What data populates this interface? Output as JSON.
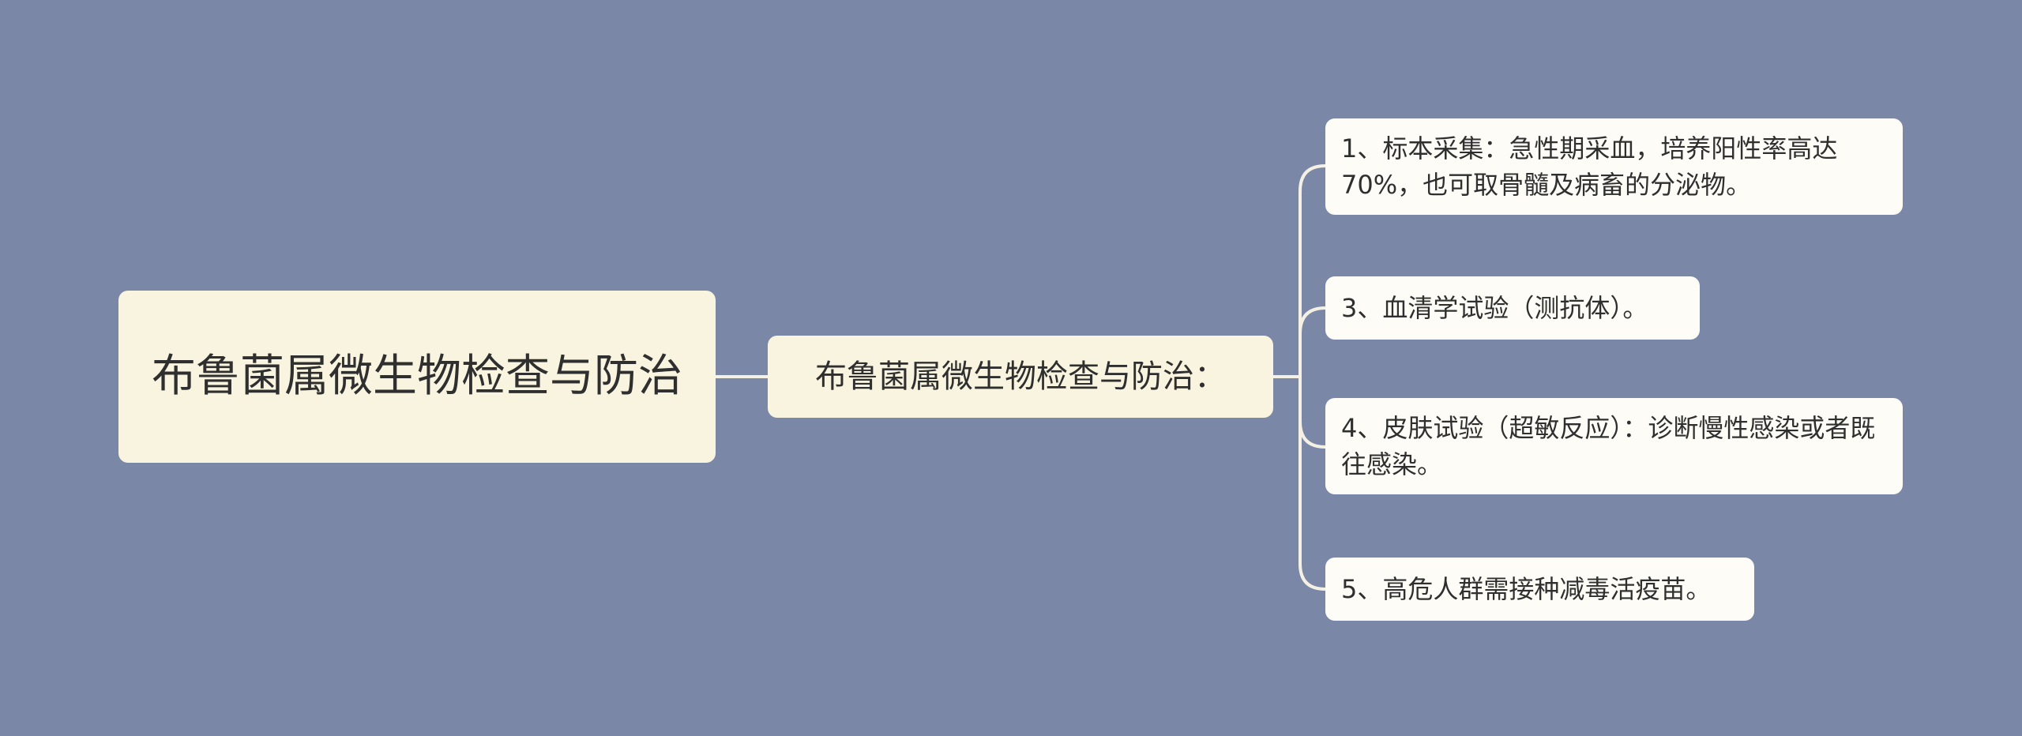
{
  "root": {
    "title": "布鲁菌属微生物检查与防治"
  },
  "branch": {
    "title": "布鲁菌属微生物检查与防治："
  },
  "items": [
    {
      "text": "1、标本采集：急性期采血，培养阳性率高达70%，也可取骨髓及病畜的分泌物。"
    },
    {
      "text": "3、血清学试验（测抗体）。"
    },
    {
      "text": "4、皮肤试验（超敏反应）：诊断慢性感染或者既往感染。"
    },
    {
      "text": "5、高危人群需接种减毒活疫苗。"
    }
  ],
  "colors": {
    "background": "#7a87a6",
    "node_fill": "#f8f4df",
    "leaf_fill": "#fdfcf6",
    "connector": "#f4f1e4",
    "text": "#2f2f2f"
  }
}
